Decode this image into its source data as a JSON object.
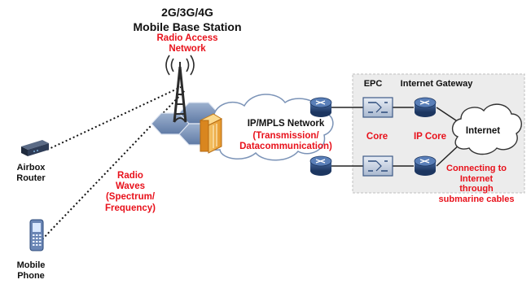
{
  "labels": {
    "network_generations": "2G/3G/4G",
    "base_station": "Mobile Base Station",
    "radio_access_network": "Radio Access\nNetwork",
    "airbox_router": "Airbox\nRouter",
    "radio_waves": "Radio\nWaves\n(Spectrum/\nFrequency)",
    "mobile_phone": "Mobile\nPhone",
    "ip_mpls_network": "IP/MPLS Network",
    "transmission": "(Transmission/\nDatacommunication)",
    "epc": "EPC",
    "internet_gateway": "Internet Gateway",
    "core": "Core",
    "ip_core": "IP Core",
    "internet": "Internet",
    "submarine": "Connecting to\nInternet\nthrough\nsubmarine cables"
  },
  "colors": {
    "label_black": "#111111",
    "label_red": "#e8111b",
    "router_blue": "#2b4a7a",
    "cloud_stroke": "#7b93b7",
    "dotted_link": "#111111",
    "panel_fill": "#ececec"
  },
  "icons": {
    "tower": "radio-tower-icon",
    "airbox": "airbox-router-icon",
    "phone": "mobile-phone-icon",
    "router": "router-icon",
    "switch": "switch-icon",
    "cloud": "cloud-icon"
  }
}
